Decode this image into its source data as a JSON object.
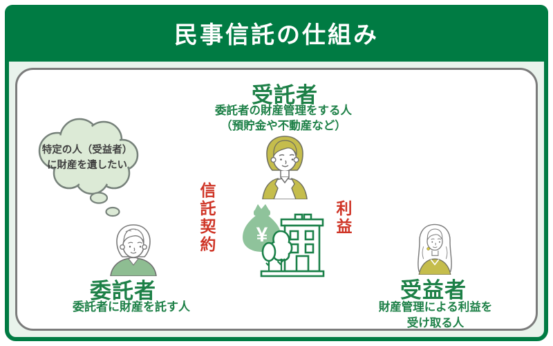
{
  "header": {
    "title": "民事信託の仕組み"
  },
  "roles": {
    "trustee": {
      "title": "受託者",
      "desc_line1": "委託者の財産管理をする人",
      "desc_line2": "（預貯金や不動産など）"
    },
    "settlor": {
      "title": "委託者",
      "desc": "委託者に財産を託す人"
    },
    "beneficiary": {
      "title": "受益者",
      "desc_line1": "財産管理による利益を",
      "desc_line2": "受け取る人"
    }
  },
  "thought_bubble": {
    "line1": "特定の人（受益者）",
    "line2": "に財産を遺したい"
  },
  "arrow_labels": {
    "trust_contract": "信託契約",
    "profit": "利益"
  },
  "assets": {
    "yen_symbol": "¥"
  },
  "colors": {
    "frame_green": "#007b43",
    "text_green": "#1d8047",
    "arrow_green": "#12864a",
    "label_red": "#cf3527",
    "mint_background": "#e9f3ec",
    "panel_border_gray": "#7b7b7b",
    "bubble_fill": "#dcead6",
    "money_bag_green": "#8fc39b",
    "olive_clothing": "#c5bd4c",
    "sweater_green": "#8ebd92",
    "building_line_green": "#1a8048"
  }
}
